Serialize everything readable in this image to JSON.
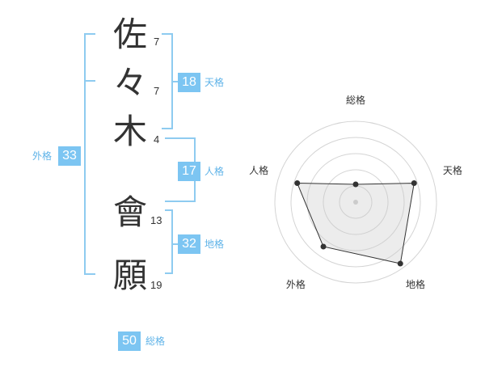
{
  "name": {
    "chars": [
      {
        "char": "佐",
        "strokes": "7"
      },
      {
        "char": "々",
        "strokes": "7"
      },
      {
        "char": "木",
        "strokes": "4"
      },
      {
        "char": "會",
        "strokes": "13"
      },
      {
        "char": "願",
        "strokes": "19"
      }
    ]
  },
  "kakusu": {
    "tenkaku": {
      "value": "18",
      "label": "天格"
    },
    "jinkaku": {
      "value": "17",
      "label": "人格"
    },
    "chikaku": {
      "value": "32",
      "label": "地格"
    },
    "gaikaku": {
      "value": "33",
      "label": "外格"
    },
    "soukaku": {
      "value": "50",
      "label": "総格"
    }
  },
  "colors": {
    "accent": "#7cc5f2",
    "bracket": "#8ecbf0",
    "text": "#333333"
  },
  "chart_data": {
    "type": "radar",
    "axes": [
      "総格",
      "天格",
      "地格",
      "外格",
      "人格"
    ],
    "scale_max": 5,
    "rings": 4,
    "values": [
      1.1,
      3.8,
      4.7,
      3.4,
      3.8
    ]
  }
}
